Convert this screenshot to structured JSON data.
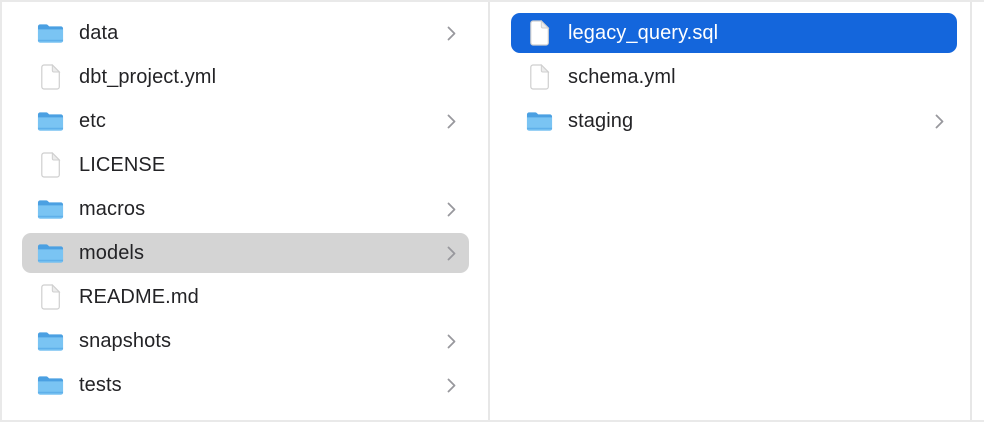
{
  "app": {
    "view": "finder-column-browser"
  },
  "colors": {
    "selection_blue": "#1466dc",
    "selection_gray": "#d4d4d4",
    "text": "#232326",
    "text_on_selection_blue": "#ffffff",
    "folder_icon_blue": "#7ac4f3",
    "folder_icon_blue_dark": "#4ba0e2",
    "file_icon_fill": "#ffffff",
    "file_icon_border": "#cfcfcf",
    "chevron_gray": "#98989d",
    "column_divider": "#e7e7e7"
  },
  "icons": {
    "folder": "folder-icon",
    "file": "document-icon",
    "chevron": "chevron-right-icon"
  },
  "columns": [
    {
      "name": "left",
      "items": [
        {
          "label": "data",
          "type": "folder",
          "has_chevron": true,
          "selected": "none"
        },
        {
          "label": "dbt_project.yml",
          "type": "file",
          "has_chevron": false,
          "selected": "none"
        },
        {
          "label": "etc",
          "type": "folder",
          "has_chevron": true,
          "selected": "none"
        },
        {
          "label": "LICENSE",
          "type": "file",
          "has_chevron": false,
          "selected": "none"
        },
        {
          "label": "macros",
          "type": "folder",
          "has_chevron": true,
          "selected": "none"
        },
        {
          "label": "models",
          "type": "folder",
          "has_chevron": true,
          "selected": "gray"
        },
        {
          "label": "README.md",
          "type": "file",
          "has_chevron": false,
          "selected": "none"
        },
        {
          "label": "snapshots",
          "type": "folder",
          "has_chevron": true,
          "selected": "none"
        },
        {
          "label": "tests",
          "type": "folder",
          "has_chevron": true,
          "selected": "none"
        }
      ]
    },
    {
      "name": "right",
      "items": [
        {
          "label": "legacy_query.sql",
          "type": "file",
          "has_chevron": false,
          "selected": "blue"
        },
        {
          "label": "schema.yml",
          "type": "file",
          "has_chevron": false,
          "selected": "none"
        },
        {
          "label": "staging",
          "type": "folder",
          "has_chevron": true,
          "selected": "none"
        }
      ]
    }
  ]
}
